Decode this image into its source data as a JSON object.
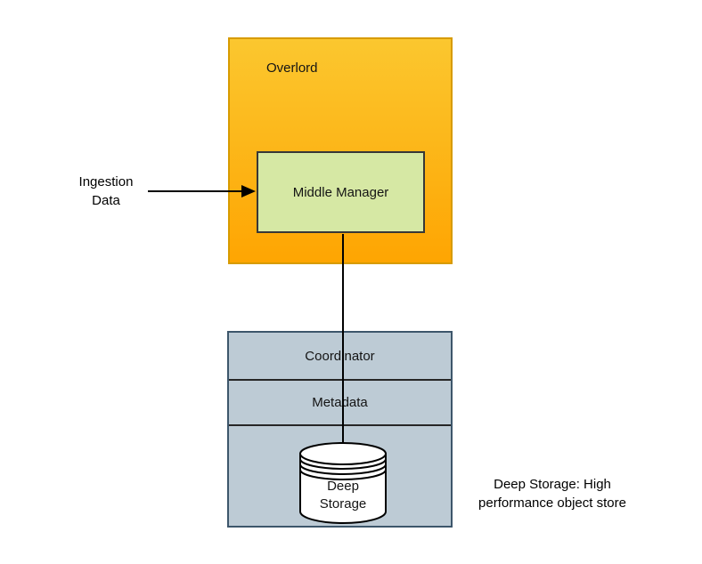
{
  "diagram": {
    "title": "Druid-style ingestion architecture diagram",
    "nodes": {
      "overlord": {
        "label": "Overlord",
        "fill_top": "#FBC72F",
        "fill_bottom": "#FEA502",
        "stroke": "#D79B00"
      },
      "middle_manager": {
        "label": "Middle Manager",
        "fill": "#D6E8A4",
        "stroke": "#373737"
      },
      "coordinator": {
        "label": "Coordinator"
      },
      "metadata": {
        "label": "Metadata"
      },
      "stack": {
        "fill": "#BDCBD5",
        "stroke": "#3D566B",
        "divider": "#262626"
      },
      "deep_storage": {
        "line1": "Deep",
        "line2": "Storage",
        "fill": "#FFFFFF",
        "stroke": "#000000"
      }
    },
    "annotations": {
      "ingestion": {
        "line1": "Ingestion",
        "line2": "Data"
      },
      "deep_storage_note": {
        "line1": "Deep Storage: High",
        "line2": "performance object store"
      }
    },
    "edges": [
      {
        "name": "ingestion-to-middle-manager",
        "type": "arrow",
        "color": "#000000"
      },
      {
        "name": "middle-manager-to-deep-storage",
        "type": "arrow",
        "color": "#000000"
      }
    ]
  }
}
